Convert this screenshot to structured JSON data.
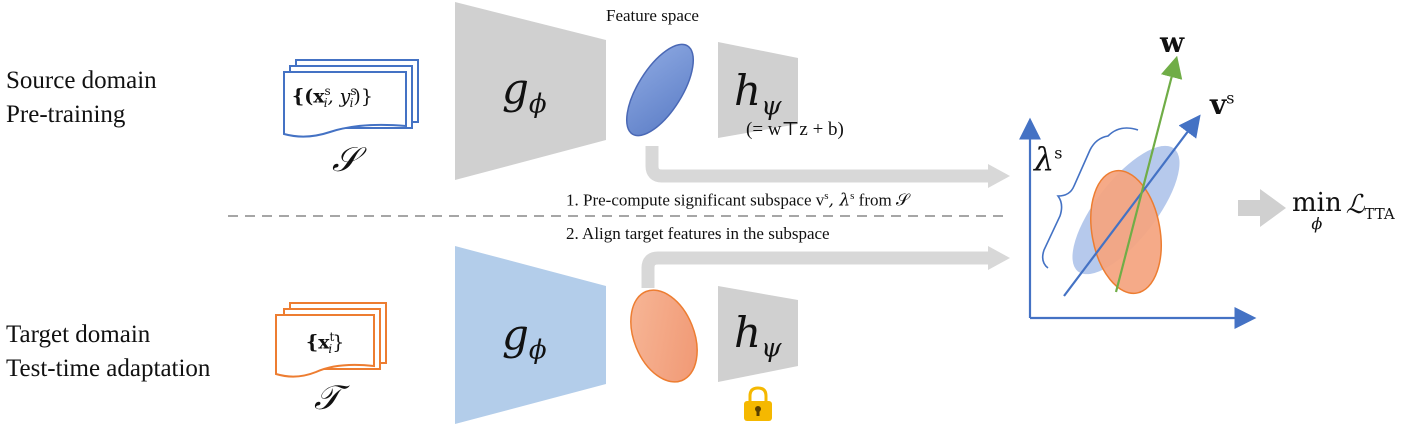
{
  "source": {
    "domain_label": "Source domain",
    "phase_label": "Pre-training",
    "dataset_text": "{(x",
    "dataset_sup_x": "s",
    "dataset_sub_i": "i",
    "dataset_mid": ", y",
    "dataset_sup_y": "s",
    "dataset_end": ")}",
    "set_symbol": "𝒮"
  },
  "target": {
    "domain_label": "Target domain",
    "phase_label": "Test-time adaptation",
    "dataset_text": "{x",
    "dataset_sup": "t",
    "dataset_sub": "i",
    "dataset_end": "}",
    "set_symbol": "𝒯"
  },
  "encoder": {
    "symbol": "g",
    "subscript": "ϕ"
  },
  "head": {
    "symbol": "h",
    "subscript": "ψ",
    "formula": "(= w⊤z + b)"
  },
  "feature_space_label": "Feature space",
  "steps": {
    "step1": "1. Pre-compute significant subspace v",
    "step1_sup1": "s",
    "step1_mid": ", λ",
    "step1_sup2": "s",
    "step1_end": " from 𝒮",
    "step2": "2. Align target features in the subspace"
  },
  "plot": {
    "w_label": "w",
    "v_label": "v",
    "v_sup": "s",
    "lambda_label": "λ",
    "lambda_sup": "s"
  },
  "objective": {
    "min": "min",
    "sub": "ϕ",
    "loss": "ℒ",
    "loss_sub": "TTA"
  },
  "colors": {
    "gray": "#d0d0d0",
    "blue_encoder": "#b3cdea",
    "source_outline": "#4472c4",
    "target_outline": "#ed7d31",
    "blue_ellipse": "#6e8fd4",
    "orange_ellipse": "#f4a582",
    "axis": "#4472c4",
    "w_arrow": "#70ad47",
    "lock": "#f5b800"
  },
  "icons": [
    "lock-icon"
  ]
}
